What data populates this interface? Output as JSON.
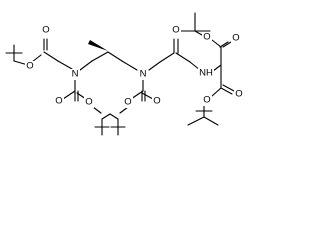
{
  "atoms": {
    "o_ester_a": "O",
    "o_ester_b": "O",
    "n_left": "N",
    "o_boc1_a": "O",
    "o_boc1_b": "O",
    "n_mid": "N",
    "o_boc2_a": "O",
    "o_boc2_b": "O",
    "o_ketone": "O",
    "nh_right": "NH",
    "o_mal1_a": "O",
    "o_mal1_b": "O",
    "o_mal2_a": "O",
    "o_mal2_b": "O"
  },
  "colors": {
    "bond": "#000000",
    "background": "#ffffff"
  }
}
